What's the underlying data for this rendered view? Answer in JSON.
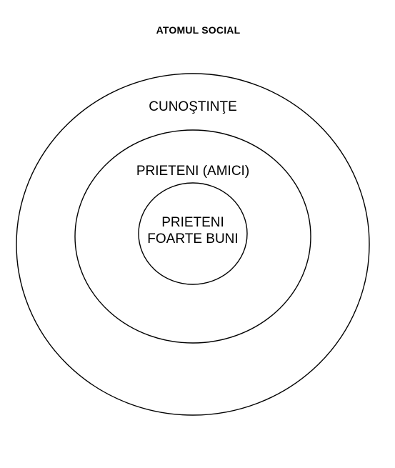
{
  "title": "ATOMUL SOCIAL",
  "rings": {
    "outer": {
      "label": "CUNOŞTINŢE"
    },
    "middle": {
      "label": "PRIETENI (AMICI)"
    },
    "inner": {
      "line1": "PRIETENI",
      "line2": "FOARTE BUNI"
    }
  },
  "colors": {
    "background": "#ffffff",
    "stroke": "#000000",
    "text": "#000000"
  }
}
